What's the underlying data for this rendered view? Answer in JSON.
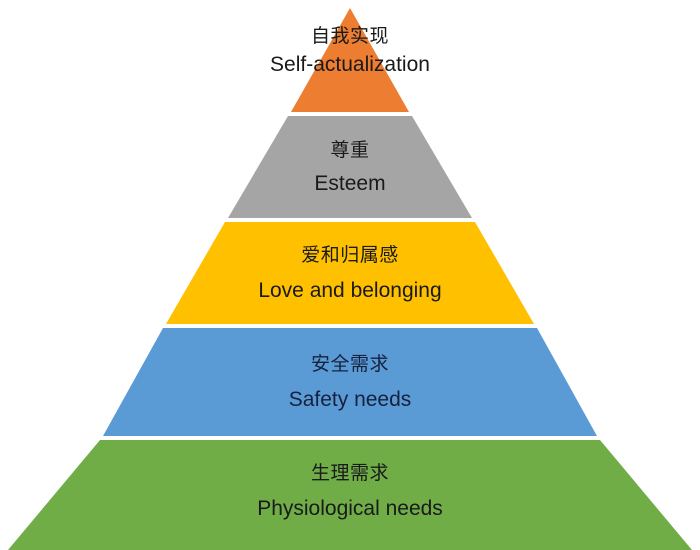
{
  "figure": {
    "name": "Maslow's hierarchy of needs pyramid",
    "background_color": "#FFFFFF"
  },
  "chart_data": {
    "type": "pyramid",
    "title": "",
    "levels": [
      {
        "rank": 5,
        "label_cn": "自我实现",
        "label_en": "Self-actualization",
        "color": "#ED7D31",
        "text_color": "#1A1A1A"
      },
      {
        "rank": 4,
        "label_cn": "尊重",
        "label_en": "Esteem",
        "color": "#A5A5A5",
        "text_color": "#1A1A1A"
      },
      {
        "rank": 3,
        "label_cn": "爱和归属感",
        "label_en": "Love and belonging",
        "color": "#FFC000",
        "text_color": "#1A1A1A"
      },
      {
        "rank": 2,
        "label_cn": "安全需求",
        "label_en": "Safety needs",
        "color": "#5B9BD5",
        "text_color": "#16213E"
      },
      {
        "rank": 1,
        "label_cn": "生理需求",
        "label_en": "Physiological needs",
        "color": "#70AD47",
        "text_color": "#1A1A1A"
      }
    ]
  }
}
